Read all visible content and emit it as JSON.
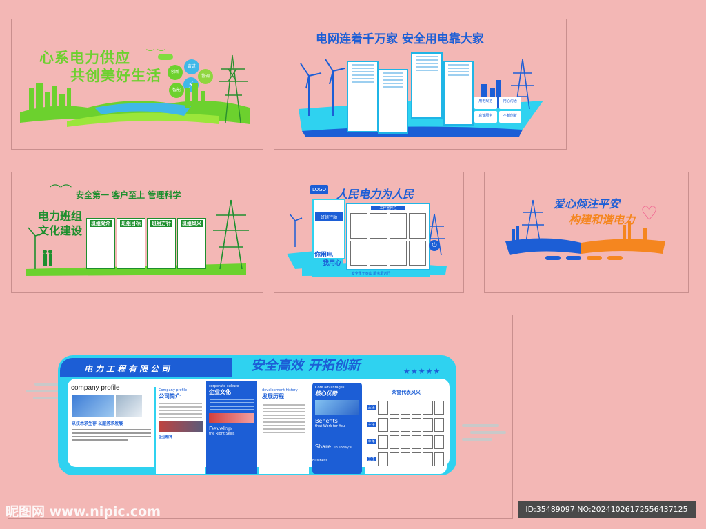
{
  "colors": {
    "background": "#f3b7b5",
    "green": "#6cd12e",
    "green_dark": "#1d8f2e",
    "blue": "#1c5ed6",
    "cyan": "#2fd2f0",
    "orange": "#f5861f",
    "pink": "#f05a8c"
  },
  "panel1": {
    "slogan_line1": "心系电力供应",
    "slogan_line2": "共创美好生活",
    "hex_labels": [
      "创新",
      "奋进",
      "协调",
      "智能"
    ]
  },
  "panel2": {
    "slogan": "电网连着千万家  安全用电靠大家",
    "buttons": [
      "用电规范",
      "用心沟通",
      "真诚服务",
      "不断创新"
    ]
  },
  "panel3": {
    "slogan_top": "安全第一  客户至上  管理科学",
    "slogan_line1": "电力班组",
    "slogan_line2": "文化建设",
    "card_titles": [
      "班组简介",
      "班组目标",
      "班组方针",
      "班组风采"
    ]
  },
  "panel4": {
    "logo": "LOGO",
    "slogan": "人民电力为人民",
    "board_title": "工作宣传栏",
    "badge": "班组行动",
    "side_text_1": "你用电",
    "side_text_2": "我用心",
    "footer": "安全重于泰山  服务承诺行"
  },
  "panel5": {
    "slogan_line1": "爱心倾注平安",
    "slogan_line2": "构建和谐电力"
  },
  "panel6": {
    "company": "电力工程有限公司",
    "slogan": "安全高效  开拓创新",
    "stars": "★★★★★",
    "profile_en": "company profile",
    "profile_subtitle": "以技术求生存 以服务求发展",
    "col2_en": "Company profile",
    "col2_title": "公司简介",
    "col2_tag": "企业精神",
    "col3_en": "corporate culture",
    "col3_title": "企业文化",
    "col3_develop": "Develop",
    "col3_develop_sub": "the Right Skills",
    "col4_en": "development history",
    "col4_title": "发展历程",
    "col5_en": "Core advantages",
    "col5_title": "核心优势",
    "col5_benefits": "Benefits",
    "col5_benefits_sub": "that Work for You",
    "col5_share": "Share",
    "col5_share_sub": "In Today's Business",
    "col6_title": "荣誉代表风采",
    "row_labels": [
      "主任",
      "主任",
      "主任",
      "主任"
    ]
  },
  "watermark": {
    "site": "昵图网  www.nipic.com",
    "id_text": "ID:35489097 NO:20241026172556437125"
  }
}
